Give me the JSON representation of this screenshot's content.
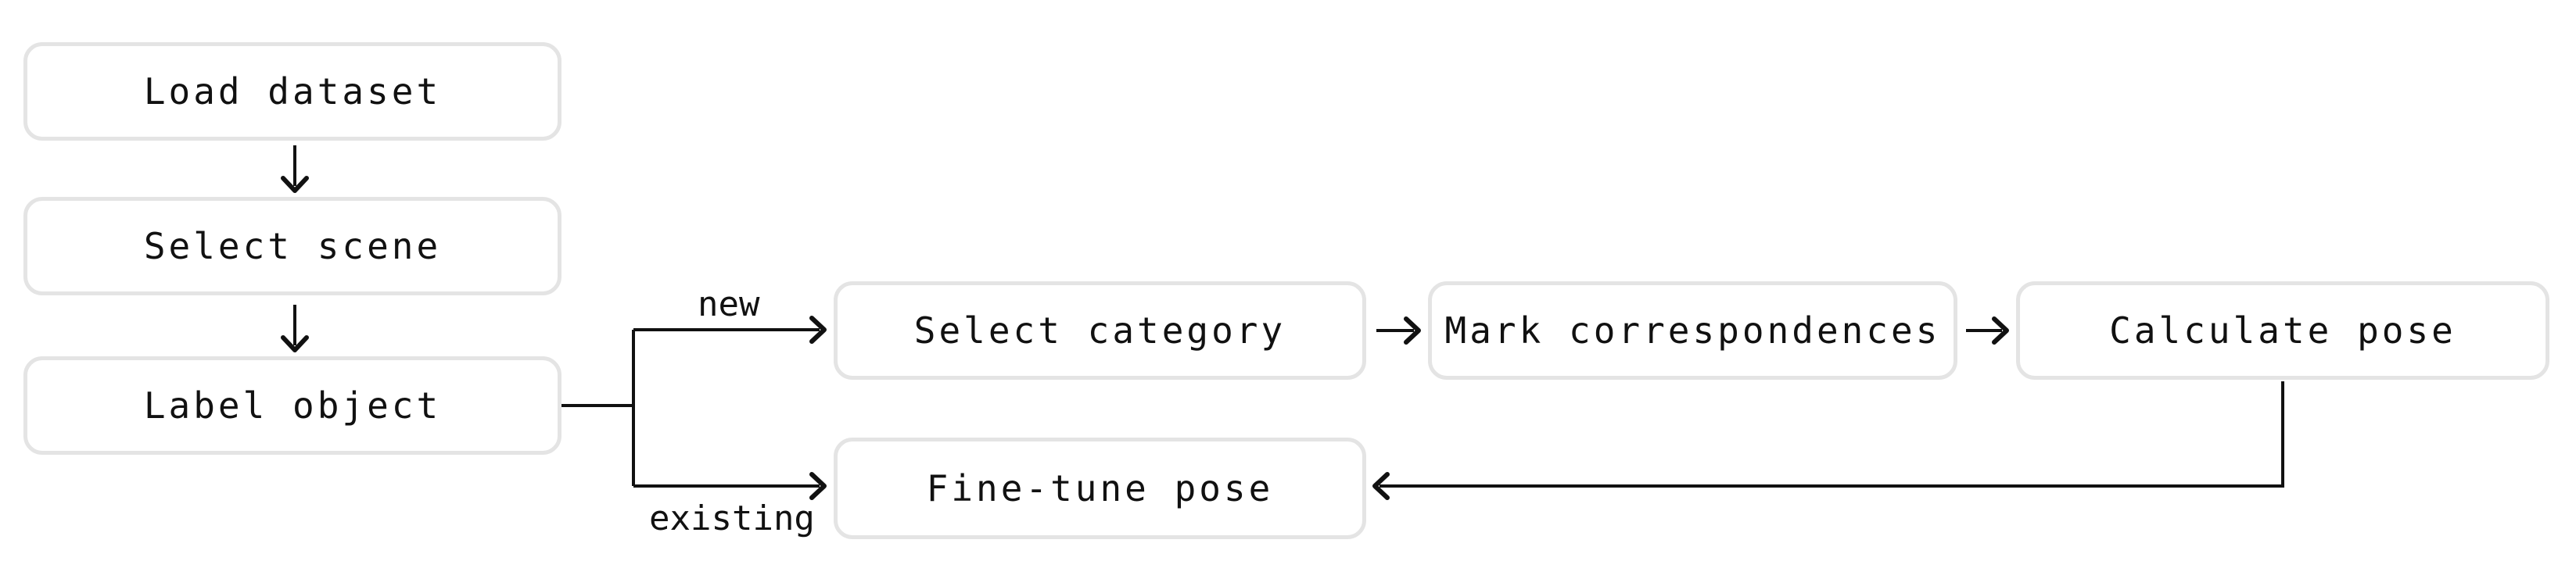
{
  "diagram": {
    "type": "flowchart",
    "background": "#ffffff",
    "nodes": [
      {
        "id": "load-dataset",
        "label": "Load dataset"
      },
      {
        "id": "select-scene",
        "label": "Select scene"
      },
      {
        "id": "label-object",
        "label": "Label object"
      },
      {
        "id": "select-category",
        "label": "Select category"
      },
      {
        "id": "mark-correspondences",
        "label": "Mark correspondences"
      },
      {
        "id": "calculate-pose",
        "label": "Calculate pose"
      },
      {
        "id": "fine-tune-pose",
        "label": "Fine-tune pose"
      }
    ],
    "edge_labels": {
      "new_branch": "new",
      "existing_branch": "existing"
    },
    "edges": [
      {
        "from": "load-dataset",
        "to": "select-scene",
        "label": ""
      },
      {
        "from": "select-scene",
        "to": "label-object",
        "label": ""
      },
      {
        "from": "label-object",
        "to": "select-category",
        "label": "new"
      },
      {
        "from": "label-object",
        "to": "fine-tune-pose",
        "label": "existing"
      },
      {
        "from": "select-category",
        "to": "mark-correspondences",
        "label": ""
      },
      {
        "from": "mark-correspondences",
        "to": "calculate-pose",
        "label": ""
      },
      {
        "from": "calculate-pose",
        "to": "fine-tune-pose",
        "label": ""
      }
    ],
    "colors": {
      "box_border": "#e4e4e4",
      "box_fill": "#ffffff",
      "text": "#111111",
      "line": "#111111"
    }
  }
}
